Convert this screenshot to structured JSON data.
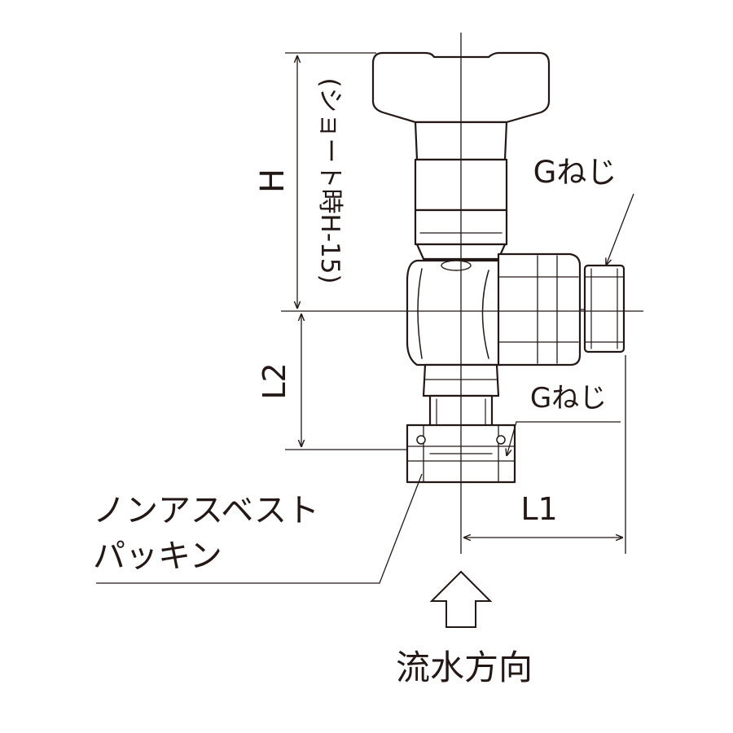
{
  "labels": {
    "dim_h": "H",
    "dim_h_note": "(ショート時H-15)",
    "thread_side": "Gねじ",
    "thread_bottom": "Gねじ",
    "dim_l2": "L2",
    "dim_l1": "L1",
    "packing_line1": "ノンアスベスト",
    "packing_line2": "パッキン",
    "flow_direction": "流水方向"
  },
  "colors": {
    "stroke": "#231815",
    "background": "#ffffff"
  }
}
